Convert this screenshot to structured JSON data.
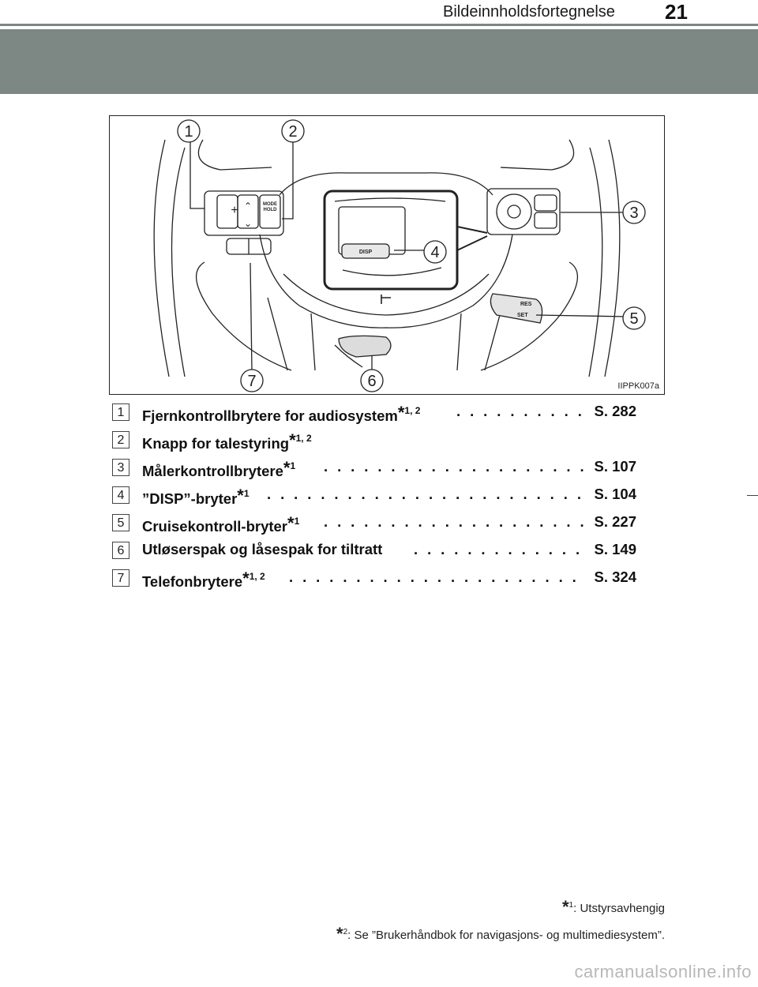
{
  "header": {
    "title": "Bildeinnholdsfortegnelse",
    "page_number": "21"
  },
  "figure": {
    "id": "IIPPK007a",
    "callouts": [
      "1",
      "2",
      "3",
      "4",
      "5",
      "6",
      "7"
    ],
    "button_labels": {
      "mode": "MODE",
      "hold": "HOLD",
      "disp": "DISP",
      "res": "RES",
      "set": "SET"
    }
  },
  "items": [
    {
      "num": "1",
      "label": "Fjernkontrollbrytere for audiosystem",
      "note": "1, 2",
      "page": "S. 282"
    },
    {
      "num": "2",
      "label": "Knapp for talestyring",
      "note": "1, 2",
      "page": ""
    },
    {
      "num": "3",
      "label": "Målerkontrollbrytere",
      "note": "1",
      "page": "S. 107"
    },
    {
      "num": "4",
      "label": "”DISP”-bryter",
      "note": "1",
      "page": "S. 104"
    },
    {
      "num": "5",
      "label": "Cruisekontroll-bryter",
      "note": "1",
      "page": "S. 227"
    },
    {
      "num": "6",
      "label": "Utløserspak og låsespak for tiltratt",
      "note": "",
      "page": "S. 149"
    },
    {
      "num": "7",
      "label": "Telefonbrytere",
      "note": "1, 2",
      "page": "S. 324"
    }
  ],
  "footnotes": [
    {
      "mark": "1",
      "text": ": Utstyrsavhengig"
    },
    {
      "mark": "2",
      "text": ": Se ”Brukerhåndbok for navigasjons- og multimediesystem”."
    }
  ],
  "watermark": "carmanualsonline.info"
}
